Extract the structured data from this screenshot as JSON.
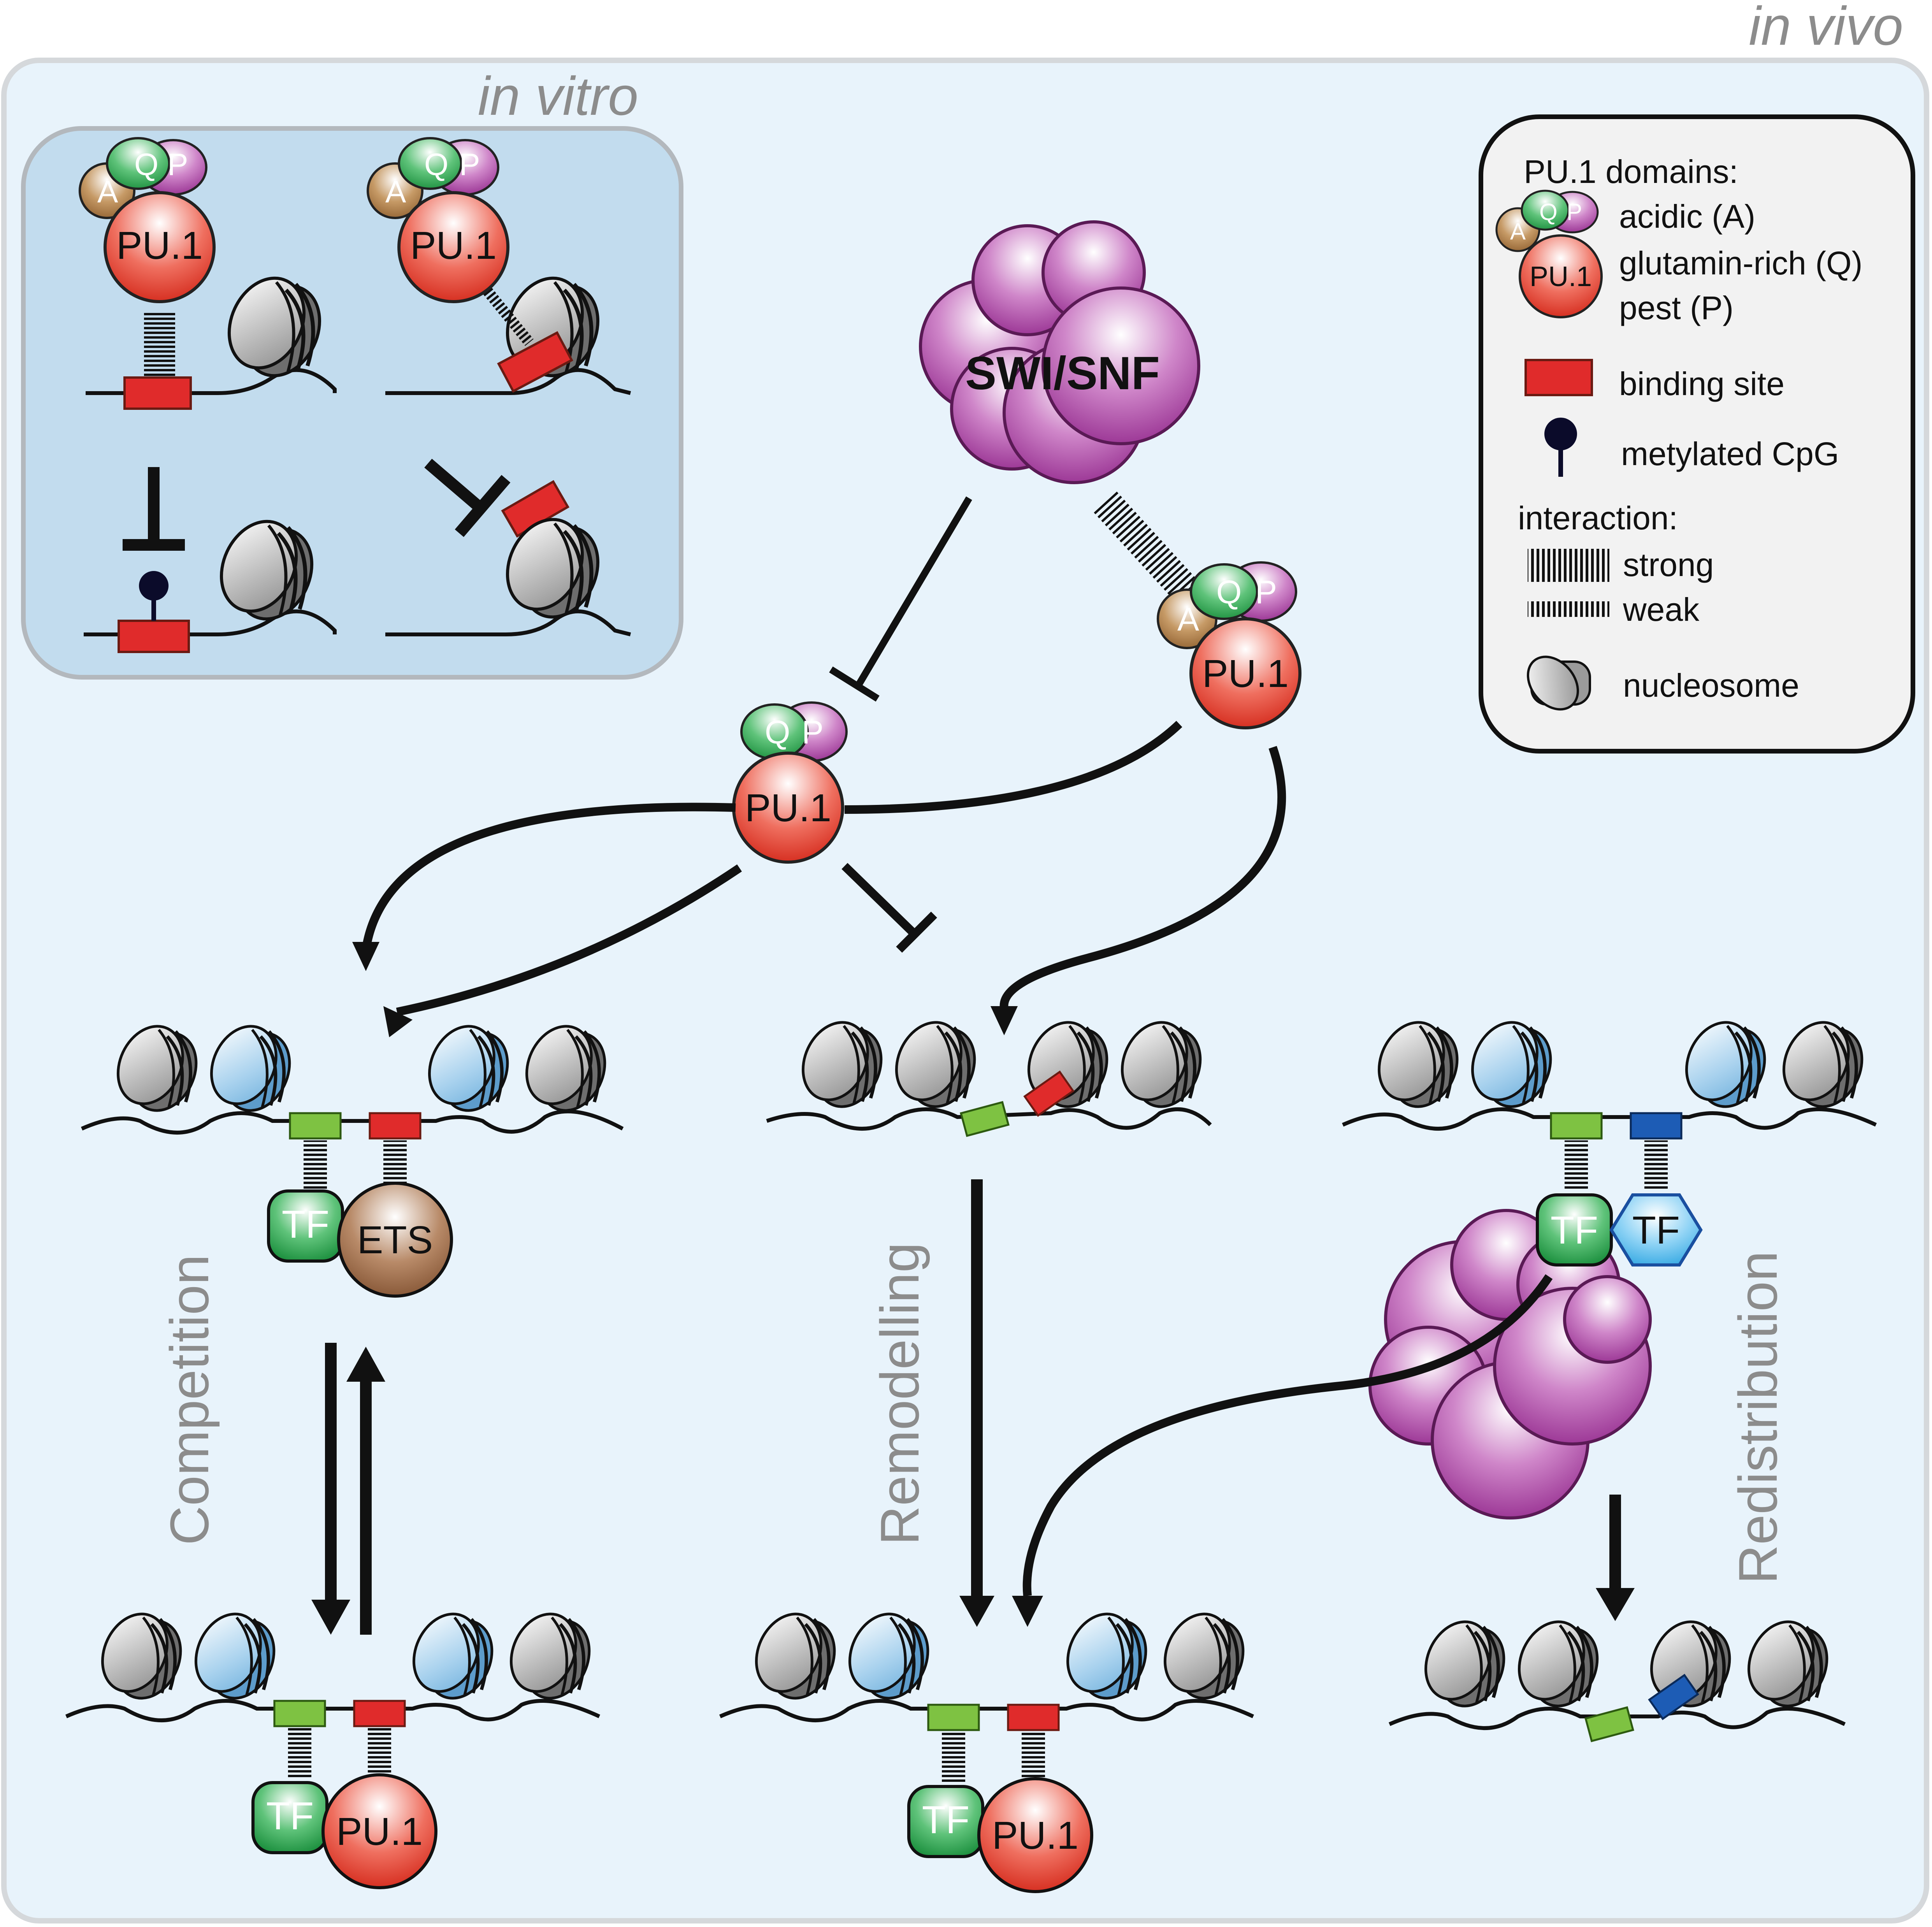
{
  "panels": {
    "in_vivo": "in vivo",
    "in_vitro": "in vitro"
  },
  "labels": {
    "pu1": "PU.1",
    "domain_a": "A",
    "domain_q": "Q",
    "domain_p": "P",
    "swisnf": "SWI/SNF",
    "tf": "TF",
    "ets": "ETS"
  },
  "processes": {
    "competition": "Competition",
    "remodelling": "Remodelling",
    "redistribution": "Redistribution"
  },
  "legend": {
    "domains_title": "PU.1 domains:",
    "acidic": "acidic (A)",
    "glutamin": "glutamin-rich (Q)",
    "pest": "pest (P)",
    "binding_site": "binding site",
    "methylated": "metylated CpG",
    "interaction_title": "interaction:",
    "strong": "strong",
    "weak": "weak",
    "nucleosome": "nucleosome"
  },
  "colors": {
    "in_vivo_bg": "#e8f3fb",
    "in_vitro_bg": "#c2dcee",
    "legend_bg": "#f2f2f2",
    "pu1_red": "#e0392b",
    "binding_site_red": "#e02b2b",
    "tf_green": "#1fa044",
    "swisnf_purple": "#9b2f95",
    "ets_brown": "#8a5a3a",
    "blue_site": "#1d5cb5",
    "green_site": "#7ec242",
    "label_grey": "#8c8c8c"
  }
}
